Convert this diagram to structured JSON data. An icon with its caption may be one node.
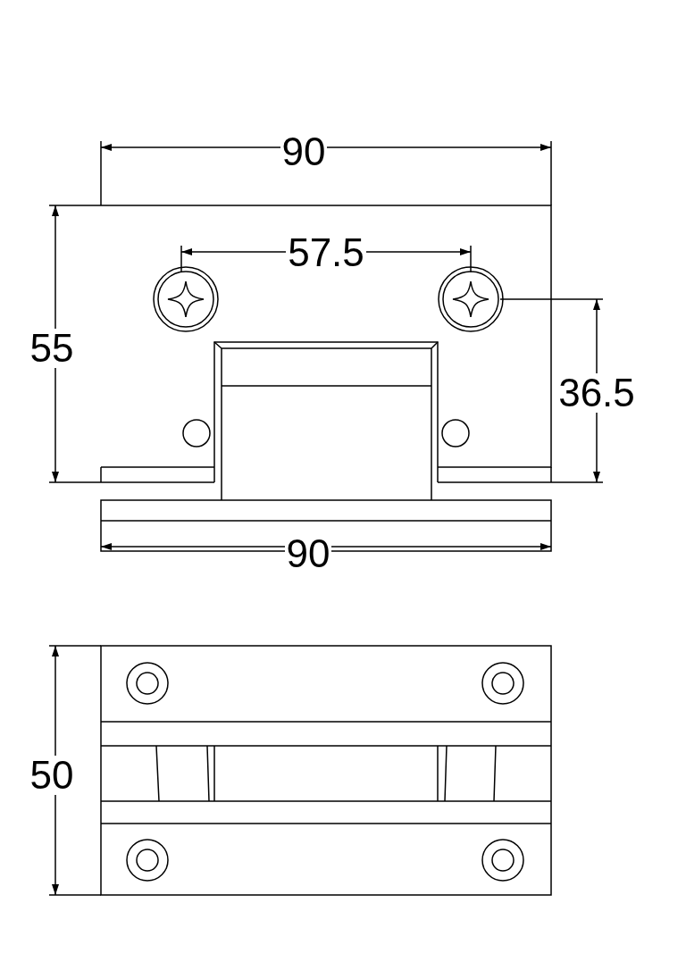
{
  "diagram": {
    "labels": [
      "90",
      "57.5",
      "55",
      "36.5",
      "90",
      "50"
    ]
  }
}
